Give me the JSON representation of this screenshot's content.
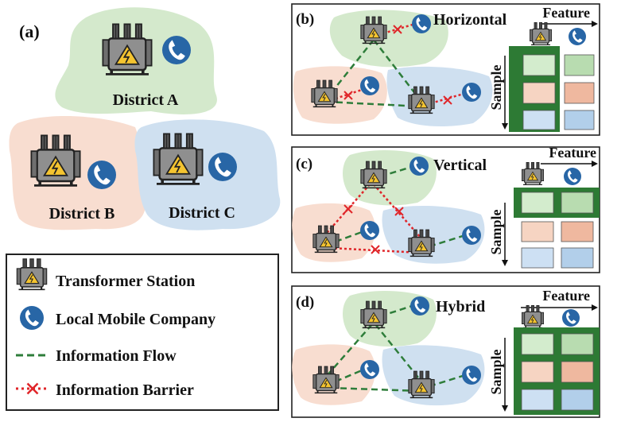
{
  "panels": {
    "a": {
      "label": "(a)",
      "districts": [
        "District A",
        "District B",
        "District C"
      ]
    },
    "b": {
      "label": "(b)",
      "title": "Horizontal",
      "feature": "Feature",
      "sample": "Sample"
    },
    "c": {
      "label": "(c)",
      "title": "Vertical",
      "feature": "Feature",
      "sample": "Sample"
    },
    "d": {
      "label": "(d)",
      "title": "Hybrid",
      "feature": "Feature",
      "sample": "Sample"
    }
  },
  "legend": [
    {
      "icon": "transformer-icon",
      "label": "Transformer Station"
    },
    {
      "icon": "phone-icon",
      "label": "Local Mobile Company"
    },
    {
      "icon": "flow-line-icon",
      "label": "Information Flow"
    },
    {
      "icon": "barrier-line-icon",
      "label": "Information Barrier"
    }
  ],
  "colors": {
    "district_a": "#d4e9cc",
    "district_b": "#f8ddd0",
    "district_c": "#cfe0f0",
    "phone": "#2866a6",
    "flow": "#2e7d3a",
    "barrier": "#e0262a",
    "highlight": "#2d7a34",
    "cell_green": "#d3eccd",
    "cell_orange": "#f6d4c2",
    "cell_blue": "#cde0f3"
  }
}
